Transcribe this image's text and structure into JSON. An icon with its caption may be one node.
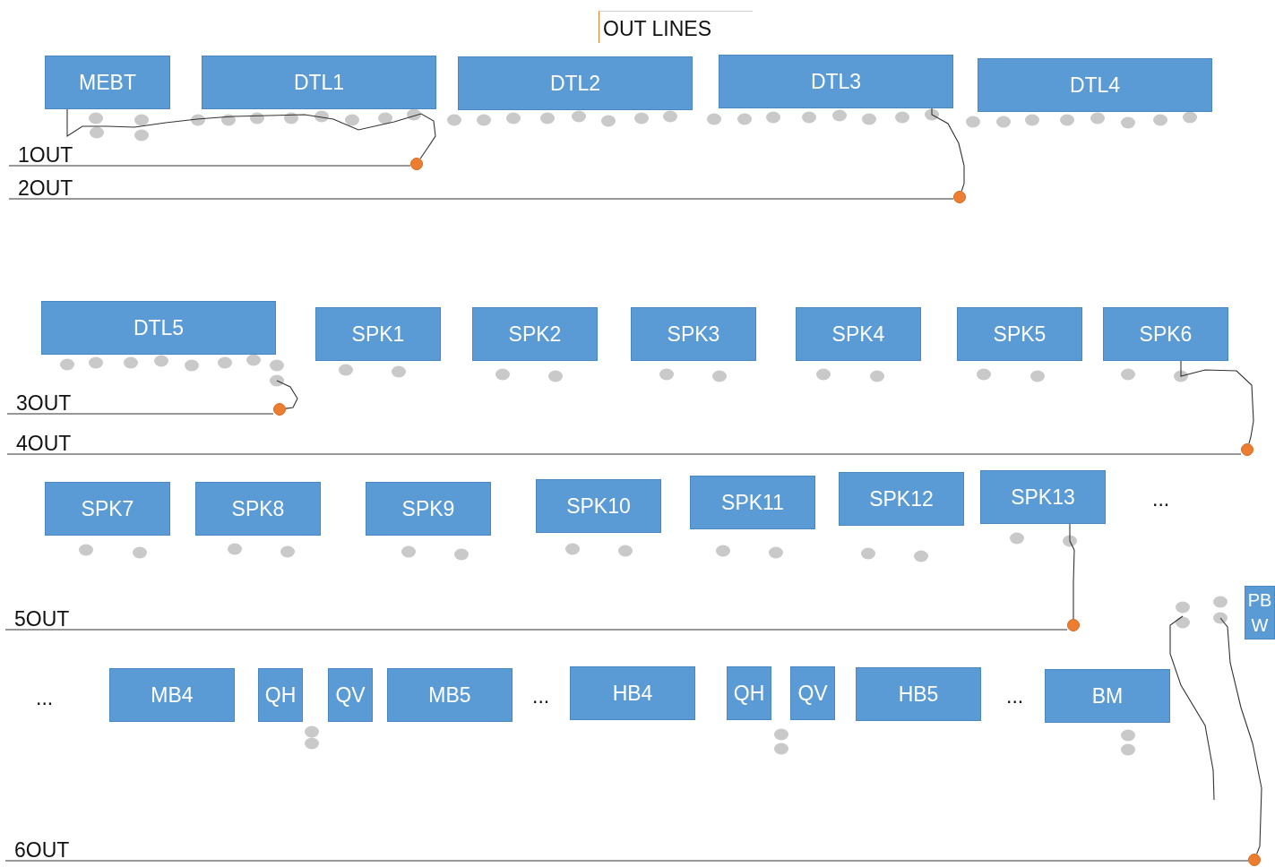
{
  "diagram": {
    "title": "OUT LINES",
    "nodes": [
      {
        "text": [
          "MEBT"
        ]
      },
      {
        "text": [
          "DTL1"
        ]
      },
      {
        "text": [
          "DTL2"
        ]
      },
      {
        "text": [
          "DTL3"
        ]
      },
      {
        "text": [
          "DTL4"
        ]
      },
      {
        "text": [
          "DTL5"
        ]
      },
      {
        "text": [
          "SPK1"
        ]
      },
      {
        "text": [
          "SPK2"
        ]
      },
      {
        "text": [
          "SPK3"
        ]
      },
      {
        "text": [
          "SPK4"
        ]
      },
      {
        "text": [
          "SPK5"
        ]
      },
      {
        "text": [
          "SPK6"
        ]
      },
      {
        "text": [
          "SPK7"
        ]
      },
      {
        "text": [
          "SPK8"
        ]
      },
      {
        "text": [
          "SPK9"
        ]
      },
      {
        "text": [
          "SPK10"
        ]
      },
      {
        "text": [
          "SPK11"
        ]
      },
      {
        "text": [
          "SPK12"
        ]
      },
      {
        "text": [
          "SPK13"
        ]
      },
      {
        "text": [
          "PBW"
        ]
      },
      {
        "text": [
          "MB4"
        ]
      },
      {
        "text": [
          "QH"
        ]
      },
      {
        "text": [
          "QV"
        ]
      },
      {
        "text": [
          "MB5"
        ]
      },
      {
        "text": [
          "HB4"
        ]
      },
      {
        "text": [
          "QH"
        ]
      },
      {
        "text": [
          "QV"
        ]
      },
      {
        "text": [
          "HB5"
        ]
      },
      {
        "text": [
          "BM"
        ]
      },
      {
        "text": [],
        "shape": "circle"
      },
      {
        "text": [],
        "shape": "circle"
      },
      {
        "text": [],
        "shape": "circle"
      },
      {
        "text": [],
        "shape": "circle"
      },
      {
        "text": [],
        "shape": "circle"
      },
      {
        "text": [],
        "shape": "circle"
      },
      {
        "text": [
          "1OUT"
        ]
      },
      {
        "text": [
          "2OUT"
        ]
      },
      {
        "text": [
          "3OUT"
        ]
      },
      {
        "text": [
          "4OUT"
        ]
      },
      {
        "text": [
          "5OUT"
        ]
      },
      {
        "text": [
          "6OUT"
        ]
      }
    ],
    "edges": [
      {
        "from": 0,
        "to": 29,
        "arrow": "none"
      },
      {
        "from": 3,
        "to": 30,
        "arrow": "none"
      },
      {
        "from": null,
        "to": 31,
        "arrow": "none"
      },
      {
        "from": 11,
        "to": 32,
        "arrow": "none"
      },
      {
        "from": 18,
        "to": 33,
        "arrow": "none"
      },
      {
        "from": null,
        "to": 34,
        "arrow": "none"
      },
      {
        "from": 35,
        "to": 29,
        "arrow": "none"
      },
      {
        "from": 36,
        "to": 30,
        "arrow": "none"
      },
      {
        "from": 37,
        "to": 31,
        "arrow": "none"
      },
      {
        "from": 38,
        "to": 32,
        "arrow": "none"
      },
      {
        "from": 39,
        "to": 33,
        "arrow": "none"
      },
      {
        "from": 40,
        "to": 34,
        "arrow": "none"
      }
    ],
    "labels": [
      "...",
      "...",
      "...",
      "..."
    ]
  }
}
